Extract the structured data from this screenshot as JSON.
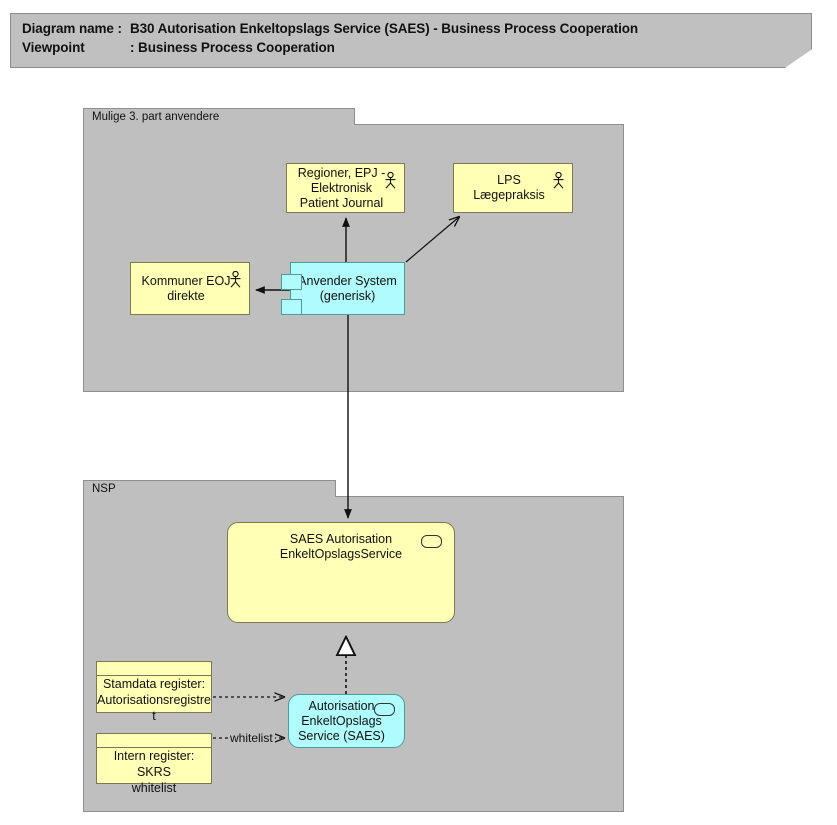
{
  "header": {
    "line1_label": "Diagram name :",
    "line1_value": "B30 Autorisation Enkeltopslags Service (SAES) - Business Process Cooperation",
    "line2_label": "Viewpoint",
    "line2_value": ": Business Process Cooperation"
  },
  "groups": [
    {
      "id": "group-3part",
      "label": "Mulige 3. part anvendere"
    },
    {
      "id": "group-nsp",
      "label": "NSP"
    }
  ],
  "nodes": [
    {
      "id": "node-regioner",
      "label": "Regioner, EPJ -\nElektronisk\nPatient Journal",
      "type": "business-actor",
      "color": "#ffffb5",
      "icon": "actor-icon"
    },
    {
      "id": "node-lps",
      "label": "LPS\nLægepraksis",
      "type": "business-actor",
      "color": "#ffffb5",
      "icon": "actor-icon"
    },
    {
      "id": "node-kommuner",
      "label": "Kommuner EOJ\ndirekte",
      "type": "business-actor",
      "color": "#ffffb5",
      "icon": "actor-icon"
    },
    {
      "id": "node-anvender",
      "label": "Anvender System\n(generisk)",
      "type": "component",
      "color": "#b0fbfb",
      "icon": "component-icon"
    },
    {
      "id": "node-saes-service",
      "label": "SAES Autorisation\nEnkeltOpslagsService",
      "type": "service",
      "color": "#ffffb5",
      "icon": "service-oval-icon"
    },
    {
      "id": "node-saes-comp",
      "label": "Autorisation\nEnkeltOpslags\nService (SAES)",
      "type": "service",
      "color": "#b0fbfb",
      "icon": "service-oval-icon"
    },
    {
      "id": "node-stamdata",
      "label": "Stamdata register:\nAutorisationsregistre\nt",
      "type": "data-object",
      "color": "#ffffb5",
      "icon": "none"
    },
    {
      "id": "node-skrs",
      "label": "Intern register: SKRS\nwhitelist",
      "type": "data-object",
      "color": "#ffffb5",
      "icon": "none"
    }
  ],
  "edges": [
    {
      "id": "edge-anvender-regioner",
      "from": "node-anvender",
      "to": "node-regioner",
      "style": "solid",
      "arrow": "filled",
      "label": ""
    },
    {
      "id": "edge-anvender-lps",
      "from": "node-anvender",
      "to": "node-lps",
      "style": "solid",
      "arrow": "open",
      "label": ""
    },
    {
      "id": "edge-anvender-kommuner",
      "from": "node-anvender",
      "to": "node-kommuner",
      "style": "solid",
      "arrow": "filled",
      "label": ""
    },
    {
      "id": "edge-anvender-saes",
      "from": "node-anvender",
      "to": "node-saes-service",
      "style": "solid",
      "arrow": "filled",
      "label": ""
    },
    {
      "id": "edge-realization",
      "from": "node-saes-comp",
      "to": "node-saes-service",
      "style": "dashed",
      "arrow": "triangle",
      "label": ""
    },
    {
      "id": "edge-stamdata-saes",
      "from": "node-stamdata",
      "to": "node-saes-comp",
      "style": "dashed",
      "arrow": "open",
      "label": ""
    },
    {
      "id": "edge-skrs-saes",
      "from": "node-skrs",
      "to": "node-saes-comp",
      "style": "dashed",
      "arrow": "open",
      "label": "whitelist"
    }
  ],
  "labels": {
    "whitelist": "whitelist"
  },
  "colors": {
    "canvas": "#ffffff",
    "group_fill": "#bfbfbf",
    "group_border": "#8f8f8f",
    "note_fill": "#c0c0c0",
    "yellow_node": "#ffffb5",
    "cyan_node": "#b0fbfb",
    "edge": "#111111"
  }
}
